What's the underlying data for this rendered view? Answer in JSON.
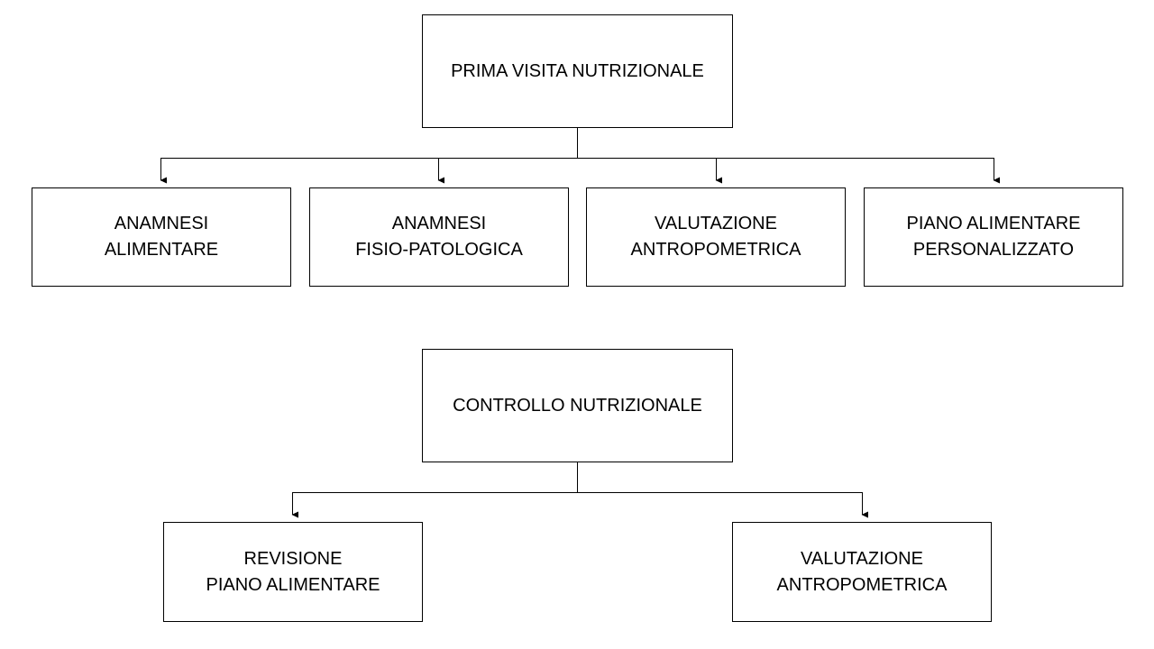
{
  "section1": {
    "root": {
      "label": "PRIMA VISITA NUTRIZIONALE"
    },
    "children": [
      {
        "line1": "ANAMNESI",
        "line2": "ALIMENTARE"
      },
      {
        "line1": "ANAMNESI",
        "line2": "FISIO-PATOLOGICA"
      },
      {
        "line1": "VALUTAZIONE",
        "line2": "ANTROPOMETRICA"
      },
      {
        "line1": "PIANO ALIMENTARE",
        "line2": "PERSONALIZZATO"
      }
    ]
  },
  "section2": {
    "root": {
      "label": "CONTROLLO NUTRIZIONALE"
    },
    "children": [
      {
        "line1": "REVISIONE",
        "line2": "PIANO ALIMENTARE"
      },
      {
        "line1": "VALUTAZIONE",
        "line2": "ANTROPOMETRICA"
      }
    ]
  }
}
